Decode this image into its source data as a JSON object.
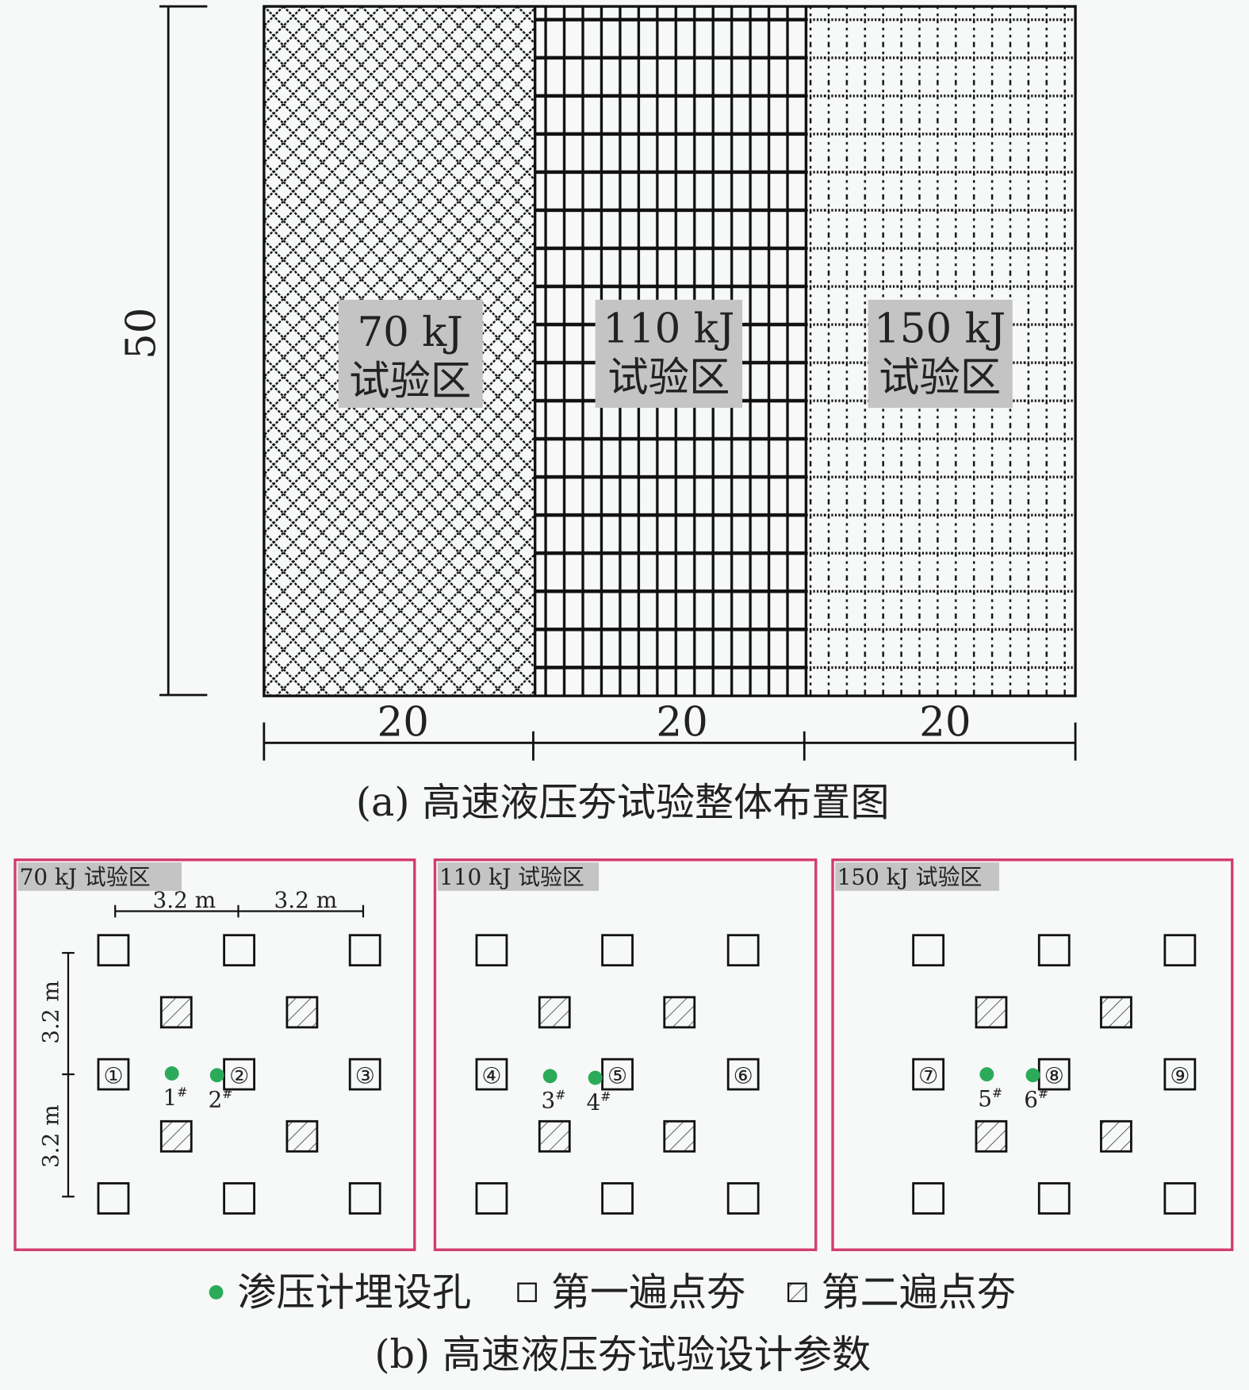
{
  "overall": {
    "height_label": "50",
    "width_labels": [
      "20",
      "20",
      "20"
    ],
    "zones": [
      {
        "energy": "70 kJ",
        "name": "试验区",
        "pattern": "diamond-lattice"
      },
      {
        "energy": "110 kJ",
        "name": "试验区",
        "pattern": "thick-grid"
      },
      {
        "energy": "150 kJ",
        "name": "试验区",
        "pattern": "dotted-grid"
      }
    ],
    "caption": "(a) 高速液压夯试验整体布置图"
  },
  "detail": {
    "panels": [
      {
        "title": "70 kJ 试验区",
        "numbers": [
          "①",
          "②",
          "③"
        ],
        "holes": [
          "1",
          "2"
        ]
      },
      {
        "title": "110 kJ 试验区",
        "numbers": [
          "④",
          "⑤",
          "⑥"
        ],
        "holes": [
          "3",
          "4"
        ]
      },
      {
        "title": "150 kJ 试验区",
        "numbers": [
          "⑦",
          "⑧",
          "⑨"
        ],
        "holes": [
          "5",
          "6"
        ]
      }
    ],
    "spacing_h": [
      "3.2 m",
      "3.2 m"
    ],
    "spacing_v": [
      "3.2 m",
      "3.2 m"
    ],
    "hole_suffix": "#",
    "legend": {
      "piezometer": "渗压计埋设孔",
      "first_pass": "第一遍点夯",
      "second_pass": "第二遍点夯"
    },
    "caption": "(b) 高速液压夯试验设计参数"
  },
  "colors": {
    "panel_border": "#d23a6e",
    "piezometer": "#2bab5a",
    "label_bg": "#c4c4c4"
  }
}
